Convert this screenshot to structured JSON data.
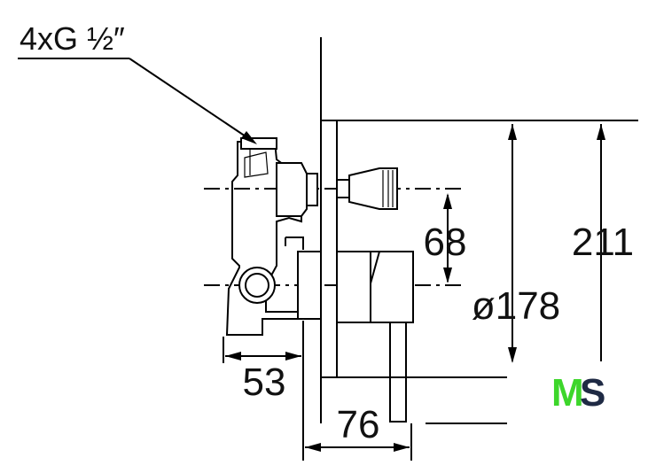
{
  "thread_label": "4xG ½″",
  "dimensions": {
    "height_total": "211",
    "diameter_plate": "ø178",
    "axis_spacing": "68",
    "inlet_offset": "53",
    "depth": "76"
  },
  "logo": {
    "left": "M",
    "right": "S",
    "left_color": "#3dd62b",
    "right_color": "#1f2a44"
  }
}
